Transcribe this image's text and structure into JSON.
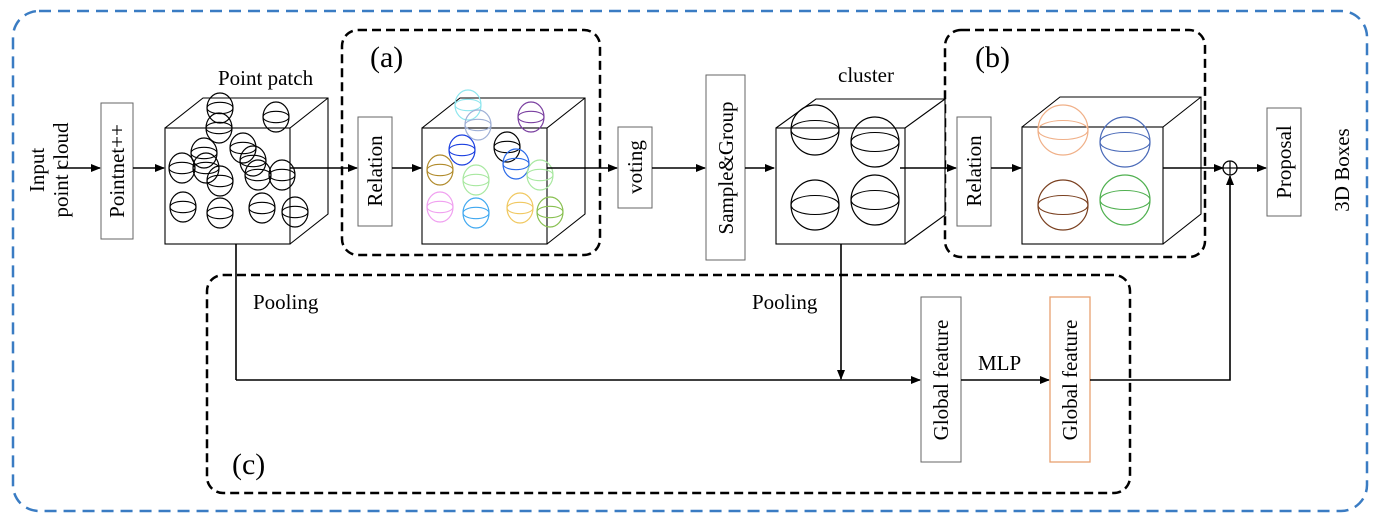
{
  "labels": {
    "input_line1": "Input",
    "input_line2": "point cloud",
    "pointnet": "Pointnet++",
    "point_patch": "Point patch",
    "a": "(a)",
    "relation_a": "Relation",
    "voting": "voting",
    "sample_group": "Sample&Group",
    "cluster": "cluster",
    "b": "(b)",
    "relation_b": "Relation",
    "proposal": "Proposal",
    "boxes": "3D Boxes",
    "pooling_1": "Pooling",
    "pooling_2": "Pooling",
    "global_feature_1": "Global feature",
    "mlp": "MLP",
    "global_feature_2": "Global feature",
    "c": "(c)"
  },
  "colors": {
    "outer_border": "#3a7cc3",
    "global_feature_2_border": "#e8a070",
    "relation_spheres_a": [
      "#8ee6ee",
      "#9fb0d6",
      "#7a3fa0",
      "#1a3fe0",
      "#000000",
      "#2a6ae8",
      "#b08a2a",
      "#a8e8a0",
      "#a8e8a0",
      "#f0a0f0",
      "#40a8f0",
      "#f0c860",
      "#88c050"
    ],
    "relation_spheres_b": [
      "#f0b088",
      "#4a6ab8",
      "#7a4020",
      "#50b050"
    ]
  }
}
